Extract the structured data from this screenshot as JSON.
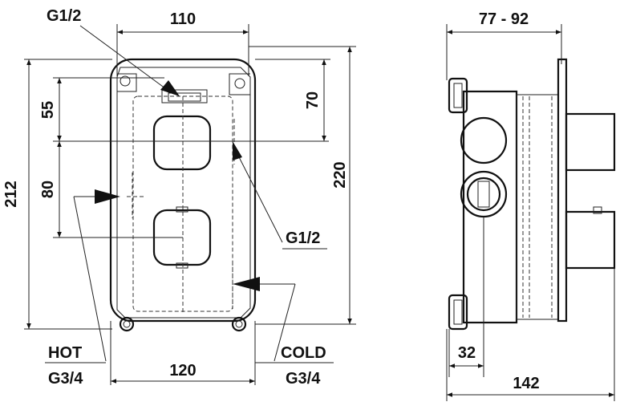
{
  "front_view": {
    "width_top": "110",
    "width_bottom": "120",
    "height_overall": "212",
    "height_total": "220",
    "spacing_upper": "55",
    "spacing_lower": "80",
    "offset_right": "70",
    "port_top": "G1/2",
    "port_side": "G1/2",
    "hot_label": "HOT",
    "hot_thread": "G3/4",
    "cold_label": "COLD",
    "cold_thread": "G3/4"
  },
  "side_view": {
    "depth_range": "77 - 92",
    "outlet_offset": "32",
    "depth_total": "142"
  }
}
